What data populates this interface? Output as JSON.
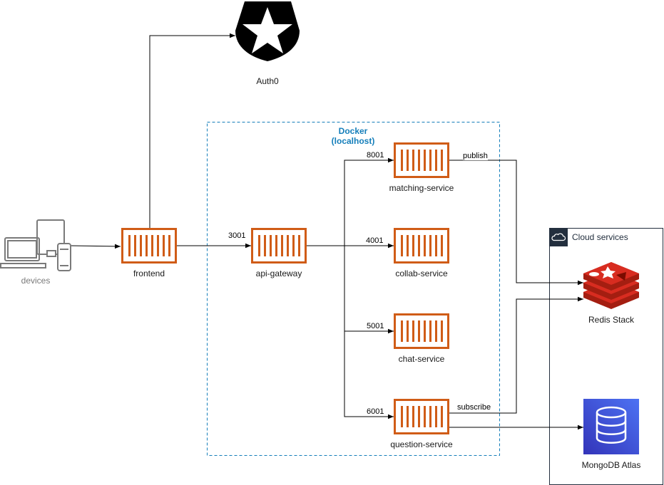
{
  "diagram": {
    "colors": {
      "container_icon": "#d05c17",
      "docker_border": "#147eba",
      "docker_title": "#147eba",
      "cloud_header": "#232f3e",
      "redis": "#c1272d",
      "mongodb_top": "#4d72f3",
      "mongodb_bottom": "#3334b9",
      "device_gray": "#7a7a7a",
      "edge": "#000000"
    },
    "nodes": {
      "devices": {
        "label": "devices",
        "icon": "devices-icon"
      },
      "auth0": {
        "label": "Auth0",
        "icon": "auth0-logo"
      },
      "frontend": {
        "label": "frontend",
        "icon": "container-icon"
      },
      "api_gateway": {
        "label": "api-gateway",
        "icon": "container-icon"
      },
      "matching_service": {
        "label": "matching-service",
        "icon": "container-icon"
      },
      "collab_service": {
        "label": "collab-service",
        "icon": "container-icon"
      },
      "chat_service": {
        "label": "chat-service",
        "icon": "container-icon"
      },
      "question_service": {
        "label": "question-service",
        "icon": "container-icon"
      },
      "redis": {
        "label": "Redis Stack",
        "icon": "redis-logo"
      },
      "mongodb": {
        "label": "MongoDB Atlas",
        "icon": "database-icon"
      }
    },
    "groups": {
      "docker": {
        "title_line1": "Docker",
        "title_line2": "(localhost)"
      },
      "cloud": {
        "title": "Cloud services",
        "icon": "cloud-icon"
      }
    },
    "edges": [
      {
        "from": "devices",
        "to": "frontend",
        "label": ""
      },
      {
        "from": "frontend",
        "to": "auth0",
        "label": ""
      },
      {
        "from": "frontend",
        "to": "api_gateway",
        "label": "3001"
      },
      {
        "from": "api_gateway",
        "to": "matching_service",
        "label": "8001"
      },
      {
        "from": "api_gateway",
        "to": "collab_service",
        "label": "4001"
      },
      {
        "from": "api_gateway",
        "to": "chat_service",
        "label": "5001"
      },
      {
        "from": "api_gateway",
        "to": "question_service",
        "label": "6001"
      },
      {
        "from": "matching_service",
        "to": "redis",
        "label": "publish"
      },
      {
        "from": "question_service",
        "to": "redis",
        "label": "subscribe"
      },
      {
        "from": "question_service",
        "to": "mongodb",
        "label": ""
      }
    ]
  }
}
